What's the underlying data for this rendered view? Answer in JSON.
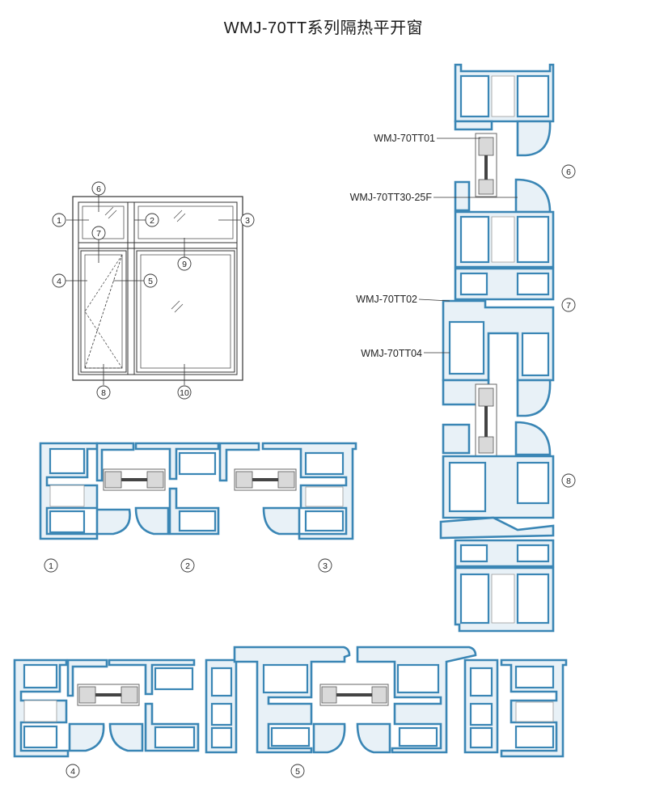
{
  "title": "WMJ-70TT系列隔热平开窗",
  "elevation_callouts": [
    "1",
    "2",
    "3",
    "4",
    "5",
    "6",
    "7",
    "8",
    "9",
    "10"
  ],
  "section_callouts": {
    "horizontal_top": [
      "1",
      "2",
      "3"
    ],
    "horizontal_bottom": [
      "4",
      "5"
    ],
    "vertical": [
      "6",
      "7",
      "8"
    ]
  },
  "profile_labels": {
    "p1": "WMJ-70TT01",
    "p2": "WMJ-70TT30-25F",
    "p3": "WMJ-70TT02",
    "p4": "WMJ-70TT04"
  },
  "colors": {
    "profile_stroke": "#3a86b5",
    "profile_fill": "#e8f1f7",
    "text": "#222222"
  }
}
